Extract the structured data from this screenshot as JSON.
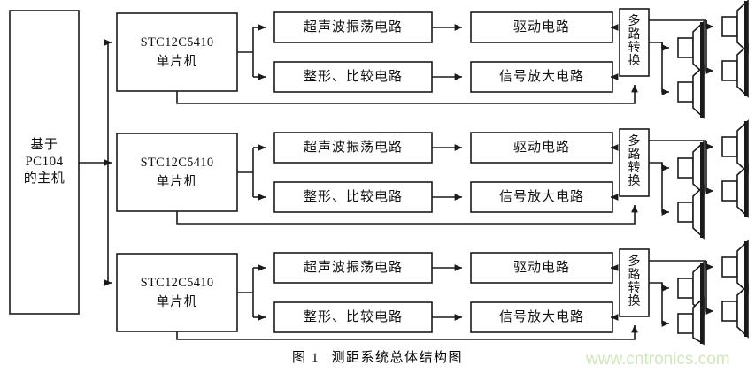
{
  "figure": {
    "caption_prefix": "图",
    "caption_number": "1",
    "caption_text": "测距系统总体结构图",
    "watermark": "www.cntronics.com",
    "colors": {
      "stroke": "#1a1a1a",
      "background": "#ffffff",
      "watermark": "#cfe8b9",
      "text": "#111111"
    }
  },
  "host": {
    "name": "host-computer",
    "lines": [
      "基于",
      "PC104",
      "的主机"
    ]
  },
  "channels": [
    {
      "index": 1,
      "mcu": {
        "part": "STC12C5410",
        "type": "单片机"
      },
      "transmit_chain": [
        "超声波振荡电路",
        "驱动电路"
      ],
      "receive_chain": [
        "整形、比较电路",
        "信号放大电路"
      ],
      "mux": "多路转换",
      "mux_chars": [
        "多",
        "路",
        "转",
        "换"
      ],
      "transducers": 4
    },
    {
      "index": 2,
      "mcu": {
        "part": "STC12C5410",
        "type": "单片机"
      },
      "transmit_chain": [
        "超声波振荡电路",
        "驱动电路"
      ],
      "receive_chain": [
        "整形、比较电路",
        "信号放大电路"
      ],
      "mux": "多路转换",
      "mux_chars": [
        "多",
        "路",
        "转",
        "换"
      ],
      "transducers": 4
    },
    {
      "index": 3,
      "mcu": {
        "part": "STC12C5410",
        "type": "单片机"
      },
      "transmit_chain": [
        "超声波振荡电路",
        "驱动电路"
      ],
      "receive_chain": [
        "整形、比较电路",
        "信号放大电路"
      ],
      "mux": "多路转换",
      "mux_chars": [
        "多",
        "路",
        "转",
        "换"
      ],
      "transducers": 4
    }
  ],
  "icons": {
    "transducer": "ultrasonic-transducer-icon",
    "arrow": "arrow-head-icon"
  }
}
